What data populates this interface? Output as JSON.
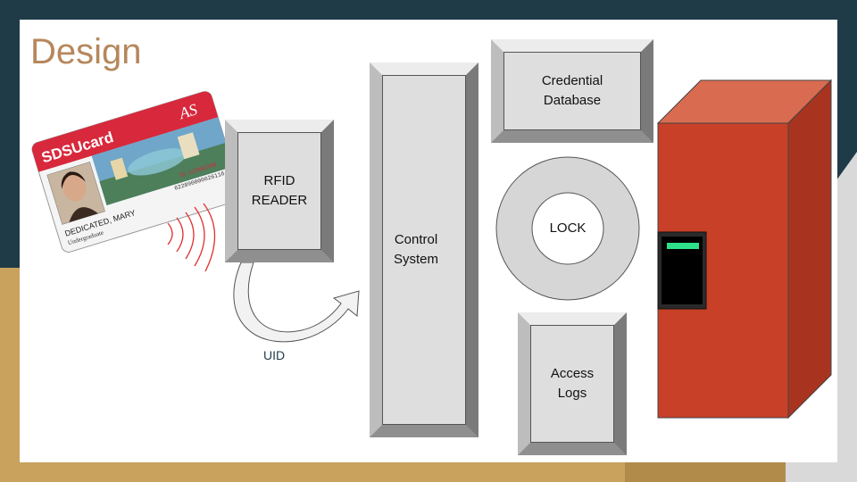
{
  "slide": {
    "title": "Design"
  },
  "card": {
    "brand": "SDSUcard",
    "id_label": "ID: 123456789",
    "barcode_number": "622090000626116",
    "holder_name": "DEDICATED, MARY",
    "holder_status": "Undergraduate",
    "logo_text": "AS"
  },
  "diagram": {
    "rfid_reader": "RFID\nREADER",
    "control_system": "Control\nSystem",
    "credential_database": "Credential\nDatabase",
    "lock": "LOCK",
    "access_logs": "Access\nLogs",
    "uid_label": "UID"
  },
  "colors": {
    "title": "#b6875c",
    "locker_front": "#c94028",
    "locker_top": "#d96b50",
    "locker_side": "#a83420",
    "scanner_light": "#2ee08a",
    "card_red": "#d8283c",
    "signal": "#e03030"
  }
}
